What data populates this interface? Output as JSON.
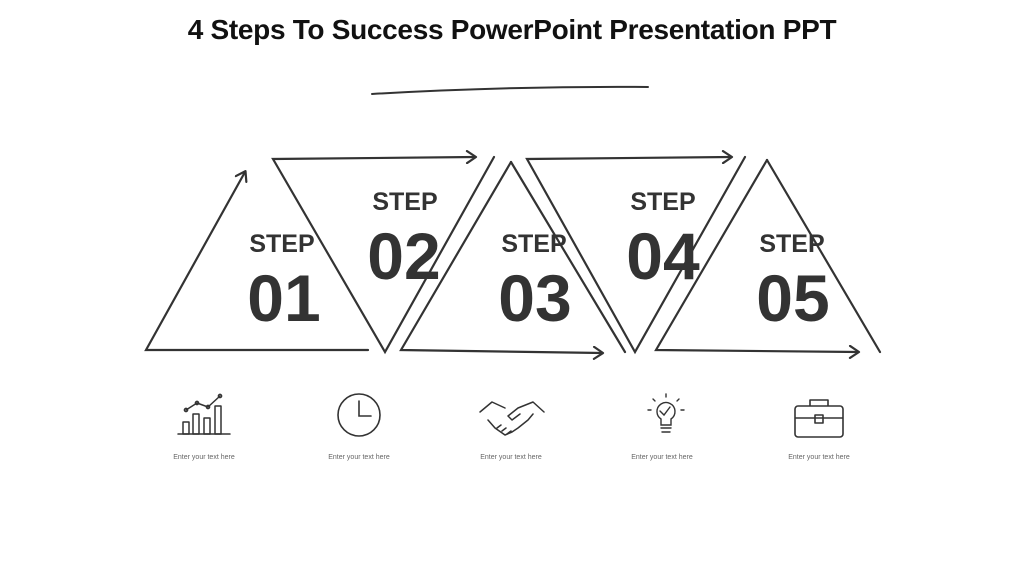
{
  "title": "4 Steps To Success PowerPoint Presentation PPT",
  "steps": [
    {
      "word": "STEP",
      "number": "01",
      "icon": "bar-chart-icon",
      "caption": "Enter your text here"
    },
    {
      "word": "STEP",
      "number": "02",
      "icon": "clock-icon",
      "caption": "Enter your text here"
    },
    {
      "word": "STEP",
      "number": "03",
      "icon": "handshake-icon",
      "caption": "Enter your text here"
    },
    {
      "word": "STEP",
      "number": "04",
      "icon": "lightbulb-icon",
      "caption": "Enter your text here"
    },
    {
      "word": "STEP",
      "number": "05",
      "icon": "briefcase-icon",
      "caption": "Enter your text here"
    }
  ],
  "colors": {
    "stroke": "#333333",
    "text": "#333333",
    "title": "#111111"
  }
}
